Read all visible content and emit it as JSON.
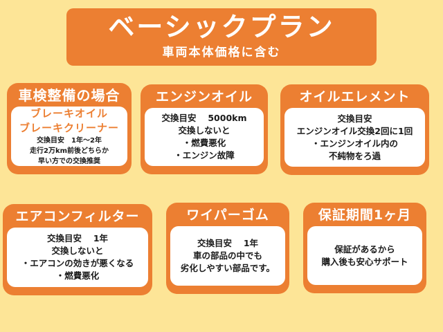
{
  "banner": {
    "title": "ベーシックプラン",
    "subtitle": "車両本体価格に含む"
  },
  "colors": {
    "background": "#fde597",
    "accent": "#ec7f32",
    "card_body": "#ffffff",
    "text": "#1a1a1a"
  },
  "cards": [
    {
      "title": "車検整備の場合",
      "highlight": [
        "ブレーキオイル",
        "ブレーキクリーナー"
      ],
      "lines": [
        "交換目安　1年〜2年",
        "走行2万km前後どちらか",
        "早い方での交換推奨"
      ]
    },
    {
      "title": "エンジンオイル",
      "lines": [
        "交換目安　 5000km",
        "交換しないと",
        "・燃費悪化",
        "・エンジン故障"
      ]
    },
    {
      "title": "オイルエレメント",
      "lines": [
        "交換目安",
        "エンジンオイル交換2回に1回",
        "・エンジンオイル内の",
        "不純物をろ過"
      ]
    },
    {
      "title": "エアコンフィルター",
      "lines": [
        "交換目安　 1年",
        "交換しないと",
        "・エアコンの効きが悪くなる",
        "・燃費悪化"
      ]
    },
    {
      "title": "ワイパーゴム",
      "lines": [
        "交換目安　 1年",
        "車の部品の中でも",
        "劣化しやすい部品です。"
      ]
    },
    {
      "title": "保証期間1ヶ月",
      "lines": [
        "保証があるから",
        "購入後も安心サポート"
      ]
    }
  ]
}
